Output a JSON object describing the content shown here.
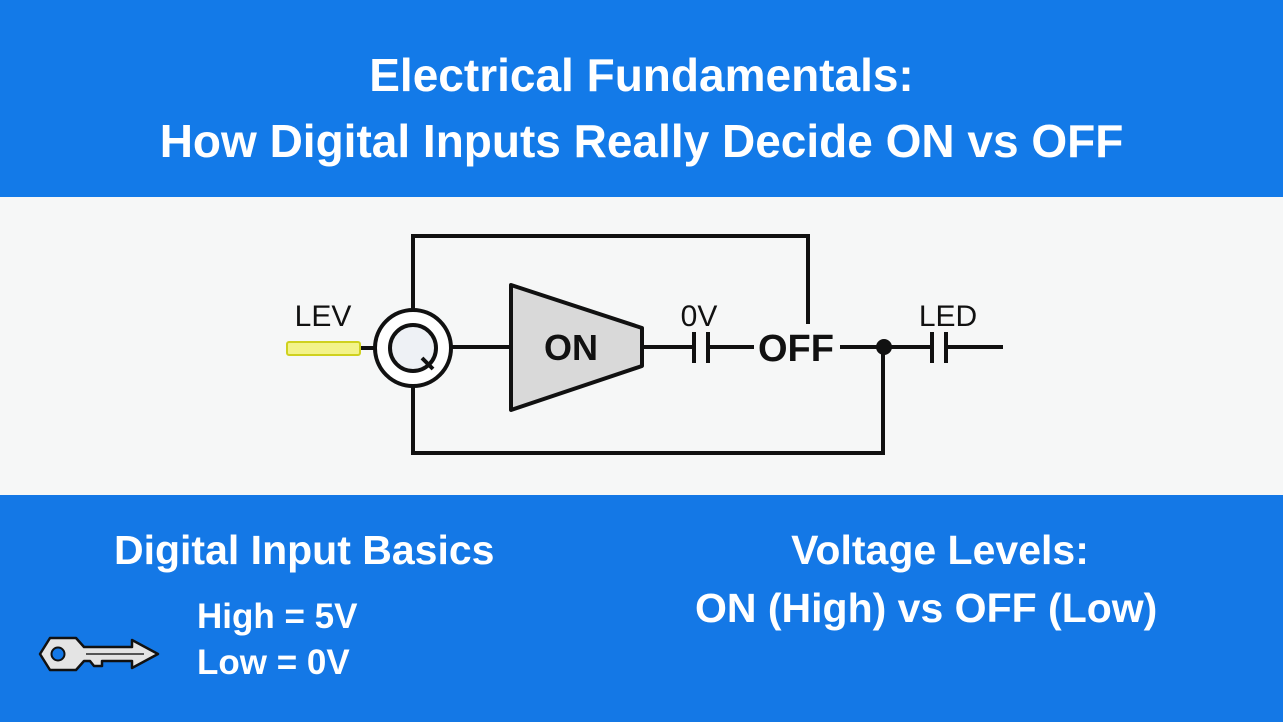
{
  "header": {
    "title_line1": "Electrical Fundamentals:",
    "title_line2": "How Digital Inputs Really Decide ON vs OFF"
  },
  "diagram": {
    "input_label": "LEV",
    "amplifier_label": "ON",
    "capacitor1_label": "0V",
    "switch_label": "OFF",
    "output_label": "LED",
    "input_indicator_color": "#f2f27a",
    "amplifier_fill": "#d9d9d9"
  },
  "left_panel": {
    "heading": "Digital Input Basics",
    "lines": [
      "High = 5V",
      "Low = 0V"
    ],
    "icon": "key-icon"
  },
  "right_panel": {
    "heading_line1": "Voltage Levels:",
    "heading_line2": "ON (High) vs OFF (Low)"
  },
  "colors": {
    "banner_blue": "#137ae8",
    "diagram_bg": "#f6f7f7"
  }
}
